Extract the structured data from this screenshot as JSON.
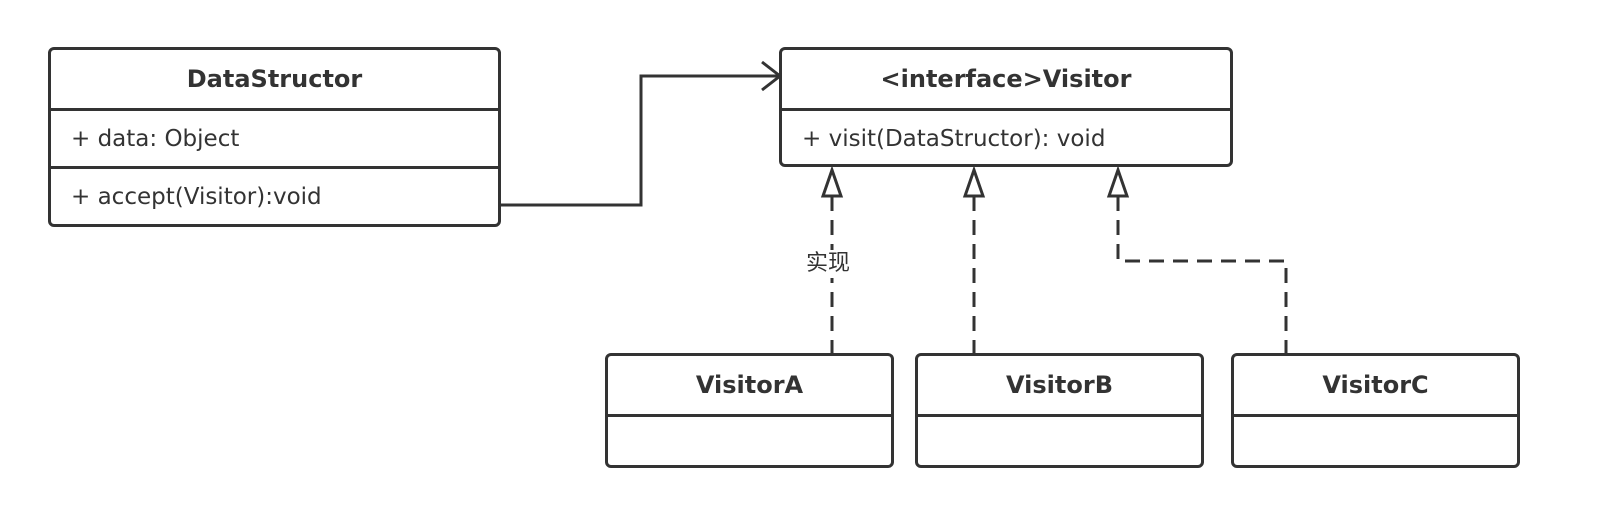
{
  "classes": {
    "datastructor": {
      "name": "DataStructor",
      "attribute": "+ data: Object",
      "operation": "+ accept(Visitor):void"
    },
    "visitor": {
      "name": "<interface>Visitor",
      "operation": "+ visit(DataStructor): void"
    },
    "visitor_a": {
      "name": "VisitorA"
    },
    "visitor_b": {
      "name": "VisitorB"
    },
    "visitor_c": {
      "name": "VisitorC"
    }
  },
  "relations": {
    "association": {
      "from": "DataStructor",
      "to": "<interface>Visitor"
    },
    "realization_label": "实现"
  },
  "colors": {
    "stroke": "#333333",
    "background": "#ffffff"
  }
}
